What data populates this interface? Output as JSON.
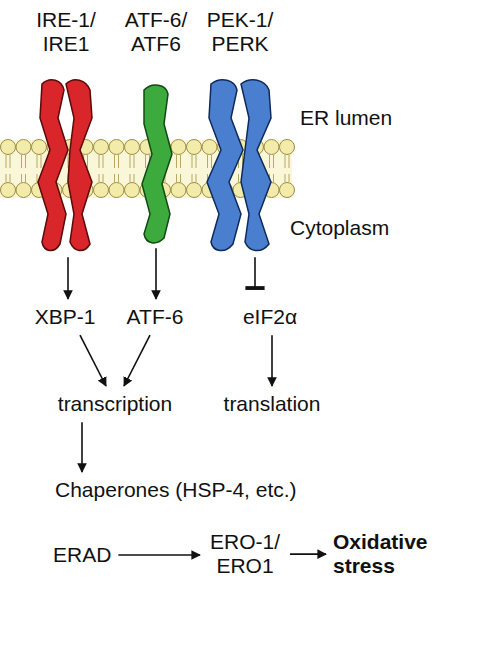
{
  "diagram": {
    "nodes": [
      {
        "text": [
          "IRE-1/ IRE1"
        ]
      },
      {
        "text": [
          "ATF-6/ ATF6"
        ]
      },
      {
        "text": [
          "PEK-1/ PERK"
        ]
      },
      {
        "text": [
          "XBP-1"
        ]
      },
      {
        "text": [
          "ATF-6"
        ]
      },
      {
        "text": [
          "eIF2α"
        ]
      },
      {
        "text": [
          "transcription"
        ]
      },
      {
        "text": [
          "translation"
        ]
      },
      {
        "text": [
          "Chaperones (HSP-4, etc.)"
        ]
      },
      {
        "text": [
          "ERAD"
        ]
      },
      {
        "text": [
          "ERO-1/ ERO1"
        ]
      },
      {
        "text": [
          "Oxidative stress"
        ]
      }
    ],
    "edges": [
      {
        "from": 0,
        "to": 3,
        "arrow": "to"
      },
      {
        "from": 1,
        "to": 4,
        "arrow": "to"
      },
      {
        "from": 2,
        "to": 5,
        "arrow": "to"
      },
      {
        "from": 3,
        "to": 6,
        "arrow": "to"
      },
      {
        "from": 4,
        "to": 6,
        "arrow": "to"
      },
      {
        "from": 5,
        "to": 7,
        "arrow": "to"
      },
      {
        "from": 6,
        "to": 8,
        "arrow": "to"
      },
      {
        "from": 9,
        "to": 10,
        "arrow": "to"
      },
      {
        "from": 10,
        "to": 11,
        "arrow": "to"
      }
    ],
    "labels": [
      "ER lumen",
      "Cytoplasm"
    ]
  }
}
